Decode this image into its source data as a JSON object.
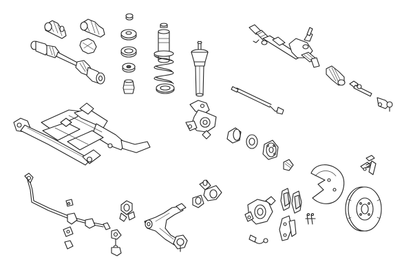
{
  "diagram": {
    "kind": "exploded-parts-view",
    "style": "black line art on white background",
    "parts": [
      {
        "name": "cv-joint-boot-kit"
      },
      {
        "name": "drive-shaft"
      },
      {
        "name": "strut-mount"
      },
      {
        "name": "shock-absorber-dust-cover"
      },
      {
        "name": "coil-spring"
      },
      {
        "name": "shock-absorber"
      },
      {
        "name": "steering-rack"
      },
      {
        "name": "steering-tie-rod"
      },
      {
        "name": "rack-bellow"
      },
      {
        "name": "tie-rod-end"
      },
      {
        "name": "subframe"
      },
      {
        "name": "steering-knuckle"
      },
      {
        "name": "wheel-bearing"
      },
      {
        "name": "wheel-hub"
      },
      {
        "name": "abs-sensor"
      },
      {
        "name": "brake-splash-shield"
      },
      {
        "name": "brake-hose"
      },
      {
        "name": "brake-disc"
      },
      {
        "name": "brake-caliper"
      },
      {
        "name": "brake-pads"
      },
      {
        "name": "pad-wear-sensor"
      },
      {
        "name": "stabilizer-bar"
      },
      {
        "name": "stabilizer-link"
      },
      {
        "name": "control-arm"
      },
      {
        "name": "ball-joint"
      },
      {
        "name": "control-arm-bushing"
      }
    ]
  }
}
